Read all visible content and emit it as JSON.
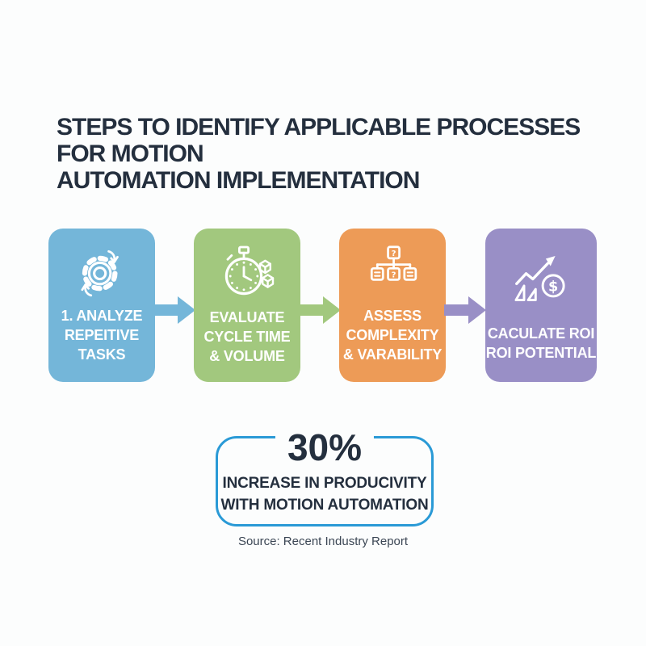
{
  "title": {
    "lines": [
      "STEPS TO IDENTIFY APPLICABLE PROCESSES",
      "FOR MOTION",
      "AUTOMATION IMPLEMENTATION"
    ],
    "color": "#242f3e"
  },
  "steps": [
    {
      "label_lines": [
        "1. ANALYZE",
        "REPEITIVE",
        "TASKS"
      ],
      "color": "#74b6d9",
      "icon": "gear-cycle-icon",
      "arrow_color": "#74b6d9"
    },
    {
      "label_lines": [
        "EVALUATE",
        "CYCLE TIME",
        "& VOLUME"
      ],
      "color": "#a2c87e",
      "icon": "stopwatch-volume-icon",
      "arrow_color": "#a2c87e"
    },
    {
      "label_lines": [
        "ASSESS",
        "COMPLEXITY",
        "& VARABILITY"
      ],
      "color": "#ed9b57",
      "icon": "decision-tree-icon",
      "arrow_color": "#998fc6"
    },
    {
      "label_lines": [
        "CACULATE ROI",
        "ROI POTENTIAL"
      ],
      "color": "#998fc6",
      "icon": "roi-growth-icon"
    }
  ],
  "stat": {
    "value": "30%",
    "description_lines": [
      "INCREASE IN PRODUCIVITY",
      "WITH MOTION AUTOMATION"
    ],
    "border_color": "#2a9ad6",
    "text_color": "#242f3e"
  },
  "source": {
    "text": "Source: Recent Industry Report"
  }
}
